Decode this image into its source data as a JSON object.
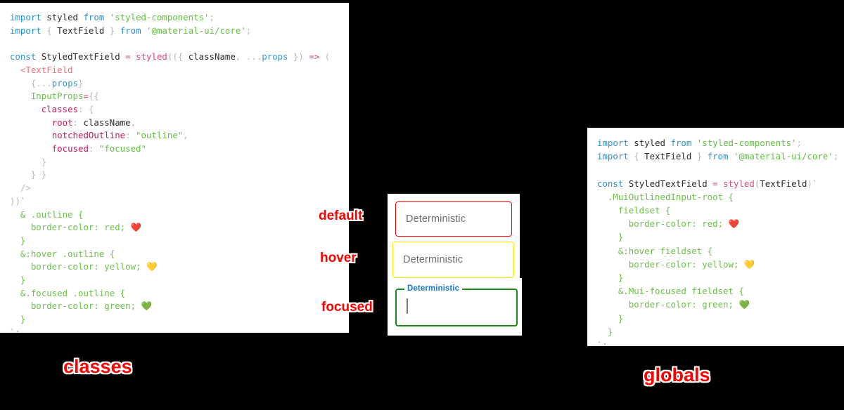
{
  "left_panel": {
    "name": "classes-code-panel",
    "caption": "classes",
    "lines": [
      "import styled from 'styled-components';",
      "import { TextField } from '@material-ui/core';",
      "",
      "const StyledTextField = styled(({ className, ...props }) => (",
      "  <TextField",
      "    {...props}",
      "    InputProps={{",
      "      classes: {",
      "        root: className,",
      "        notchedOutline: \"outline\",",
      "        focused: \"focused\"",
      "      }",
      "    } }",
      "  />",
      "))`",
      "  & .outline {",
      "    border-color: red; ❤️",
      "  }",
      "  &:hover .outline {",
      "    border-color: yellow; 💛",
      "  }",
      "  &.focused .outline {",
      "    border-color: green; 💚",
      "  }",
      "`;"
    ]
  },
  "right_panel": {
    "name": "globals-code-panel",
    "caption": "globals",
    "lines": [
      "import styled from 'styled-components';",
      "import { TextField } from '@material-ui/core';",
      "",
      "const StyledTextField = styled(TextField)`",
      "  .MuiOutlinedInput-root {",
      "    fieldset {",
      "      border-color: red; ❤️",
      "    }",
      "    &:hover fieldset {",
      "      border-color: yellow; 💛",
      "    }",
      "    &.Mui-focused fieldset {",
      "      border-color: green; 💚",
      "    }",
      "  }",
      "`;"
    ]
  },
  "demo": {
    "fields": [
      {
        "state": "default",
        "text": "Deterministic",
        "border_color": "#ff0000",
        "label_in_notch": false
      },
      {
        "state": "hover",
        "text": "Deterministic",
        "border_color": "#ffee00",
        "label_in_notch": false
      },
      {
        "state": "focused",
        "text": "",
        "border_color": "#1a8a1a",
        "label_in_notch": true,
        "notch_label": "Deterministic",
        "notch_label_color": "#1878d2",
        "caret_visible": true
      }
    ]
  },
  "annotations": {
    "default": "default",
    "hover": "hover",
    "focused": "focused",
    "classes": "classes",
    "globals": "globals",
    "color": "#ff0000",
    "outline_color": "#ffffff"
  },
  "colors": {
    "background": "#000000",
    "panel": "#ffffff",
    "keyword": "#2b91d4",
    "string": "#5fbf3f",
    "css": "#6cc04a",
    "function": "#e0457b",
    "property": "#c2185b",
    "tag": "#f07178",
    "punctuation": "#b9b9b9",
    "text": "#2b2b2b",
    "red_heart": "❤️",
    "yellow_heart": "💛",
    "green_heart": "💚"
  }
}
